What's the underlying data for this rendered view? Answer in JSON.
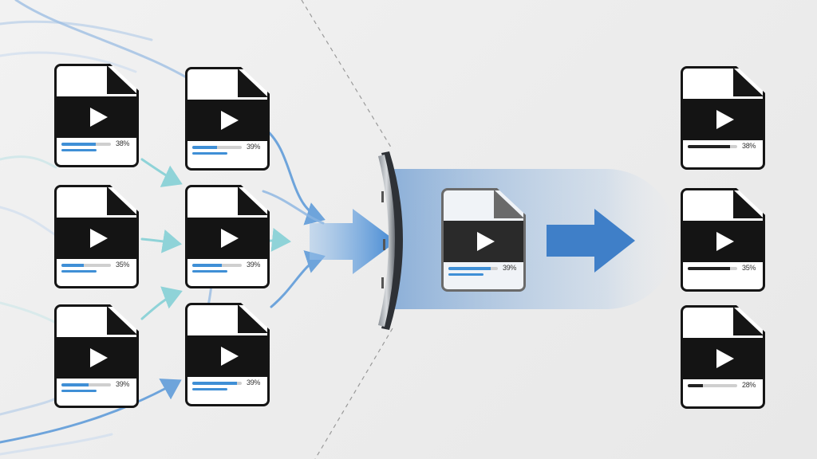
{
  "colors": {
    "flow_blue": "#3f8fd6",
    "flow_teal": "#7fd0d6",
    "file_border": "#151515",
    "background": "#efefef"
  },
  "input_files": [
    {
      "id": "in-1",
      "percent": "38%",
      "progress": 0.7
    },
    {
      "id": "in-2",
      "percent": "39%",
      "progress": 0.5
    },
    {
      "id": "in-3",
      "percent": "35%",
      "progress": 0.45
    },
    {
      "id": "in-4",
      "percent": "39%",
      "progress": 0.6
    },
    {
      "id": "in-5",
      "percent": "39%",
      "progress": 0.55
    },
    {
      "id": "in-6",
      "percent": "39%",
      "progress": 0.9
    }
  ],
  "processing_file": {
    "percent": "39%",
    "progress": 0.85
  },
  "output_files": [
    {
      "id": "out-1",
      "percent": "38%",
      "progress": 0.85
    },
    {
      "id": "out-2",
      "percent": "35%",
      "progress": 0.85
    },
    {
      "id": "out-3",
      "percent": "28%",
      "progress": 0.3
    }
  ],
  "icons": [
    "video-file-icon",
    "play-icon",
    "arrow-right-icon",
    "filter-gate-icon"
  ]
}
